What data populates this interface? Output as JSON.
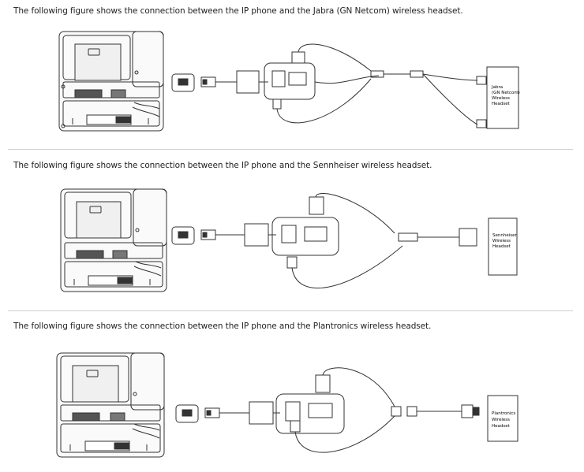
{
  "sections": [
    {
      "caption": "The following figure shows the connection between the IP phone and the Jabra (GN Netcom) wireless headset.",
      "headset_lines": [
        "Jabra",
        "(GN Netcom)",
        "Wireless",
        "Headset"
      ]
    },
    {
      "caption": "The following figure shows the connection between the IP phone and the Sennheiser wireless headset.",
      "headset_lines": [
        "Sennheiser",
        "Wireless",
        "Headset"
      ]
    },
    {
      "caption": "The following figure shows the connection between the IP phone and the Plantronics wireless headset.",
      "headset_lines": [
        "Plantronics",
        "Wireless",
        "Headset"
      ]
    }
  ]
}
